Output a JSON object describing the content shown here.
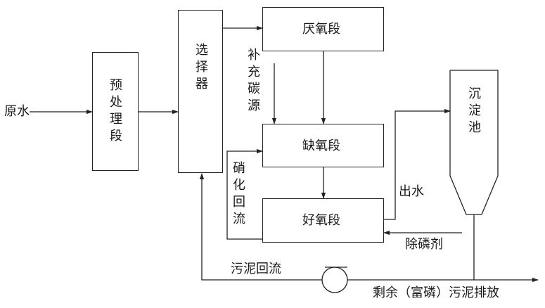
{
  "diagram": {
    "raw_water": "原水",
    "pretreatment": "预处理段",
    "selector": "选择器",
    "anaerobic": "厌氧段",
    "anoxic": "缺氧段",
    "aerobic": "好氧段",
    "sedimentation": "沉淀池",
    "carbon_source": "补充碳源",
    "nitrification_return": "硝化回流",
    "effluent": "出水",
    "phosphorus_agent": "除磷剂",
    "sludge_return": "污泥回流",
    "excess_sludge": "剩余（富磷）污泥排放"
  }
}
